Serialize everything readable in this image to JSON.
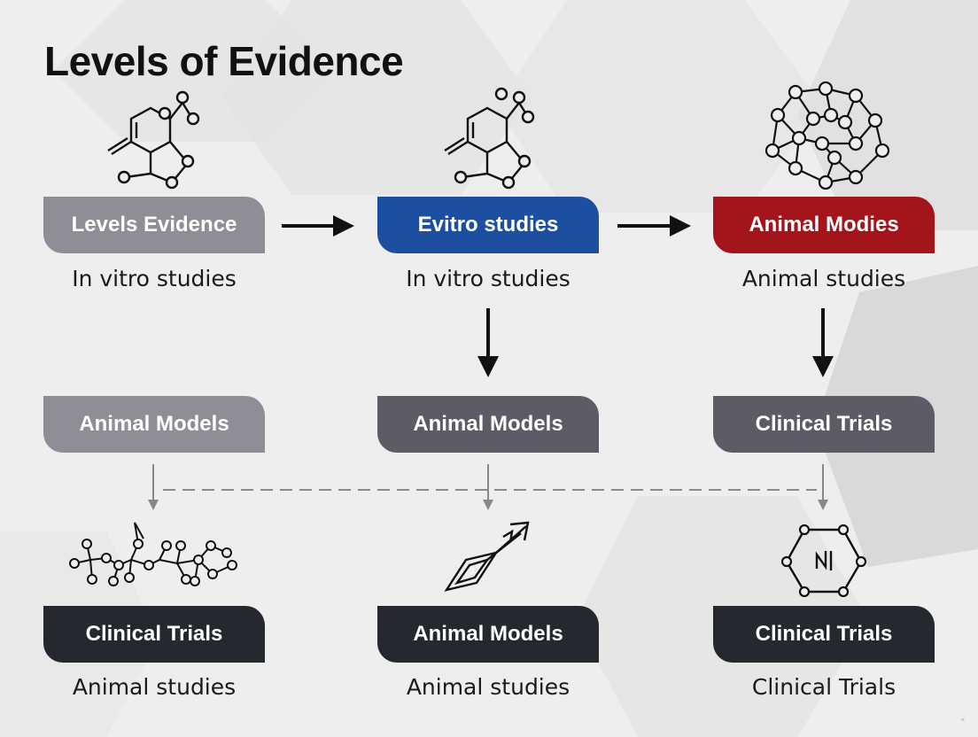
{
  "title": "Levels of Evidence",
  "colors": {
    "light_gray": "#8e8f96",
    "slate": "#5b5c66",
    "dark": "#262830",
    "blue": "#1c4fa0",
    "red": "#a3141b"
  },
  "row1": [
    {
      "label": "Levels Evidence",
      "caption": "In vitro studies",
      "color": "light_gray",
      "icon": "molecule-icon"
    },
    {
      "label": "Evitro studies",
      "caption": "In vitro studies",
      "color": "blue",
      "icon": "molecule-icon"
    },
    {
      "label": "Animal Modies",
      "caption": "Animal studies",
      "color": "red",
      "icon": "network-icon"
    }
  ],
  "row2": [
    {
      "label": "Animal Models",
      "color": "light_gray"
    },
    {
      "label": "Animal Models",
      "color": "slate"
    },
    {
      "label": "Clinical Trials",
      "color": "slate"
    }
  ],
  "row3": [
    {
      "label": "Clinical Trials",
      "caption": "Animal studies",
      "color": "dark",
      "icon": "network-cluster-icon"
    },
    {
      "label": "Animal Models",
      "caption": "Animal studies",
      "color": "dark",
      "icon": "diamond-arrow-icon"
    },
    {
      "label": "Clinical Trials",
      "caption": "Clinical Trials",
      "color": "dark",
      "icon": "hexagon-ring-icon"
    }
  ]
}
